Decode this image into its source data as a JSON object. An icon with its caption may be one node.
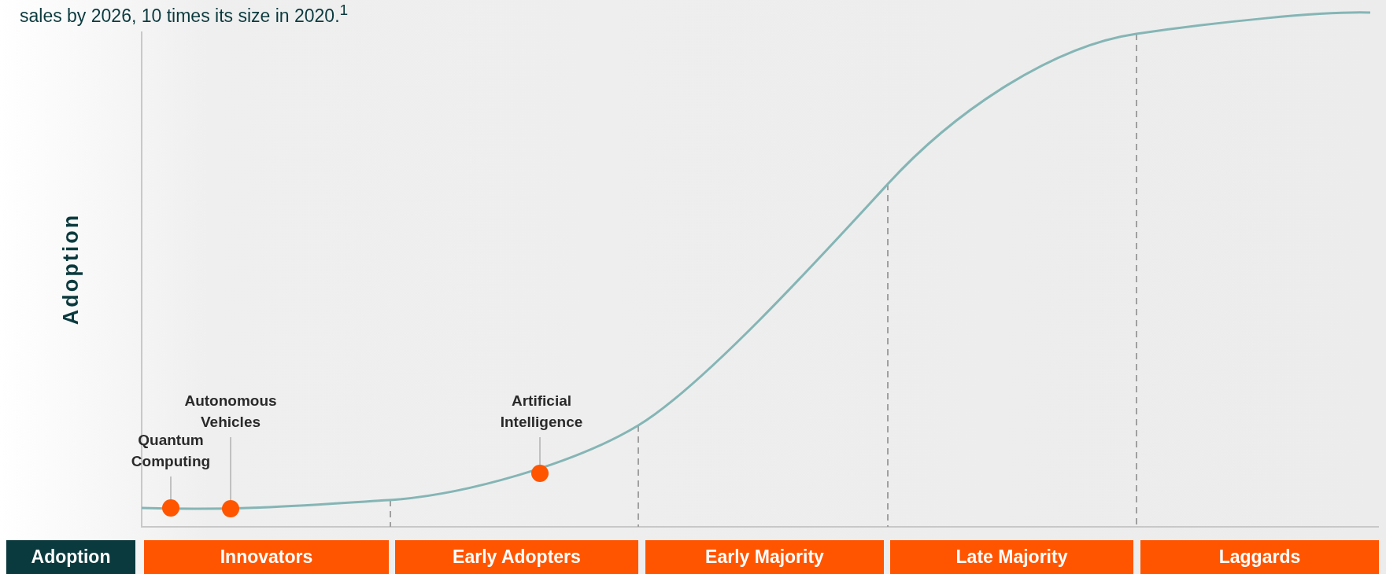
{
  "diagram": {
    "nodes": [
      {
        "text": [
          "Quantum Computing"
        ]
      },
      {
        "text": [],
        "shape": "circle"
      },
      {
        "text": [
          "Autonomous Vehicles"
        ]
      },
      {
        "text": [],
        "shape": "circle"
      },
      {
        "text": [
          "Artificial Intelligence"
        ]
      },
      {
        "text": [],
        "shape": "circle"
      },
      {
        "text": [
          "Adoption"
        ]
      },
      {
        "text": [
          "Innovators"
        ]
      },
      {
        "text": [
          "Early Adopters"
        ]
      },
      {
        "text": [
          "Early Majority"
        ]
      },
      {
        "text": [
          "Late Majority"
        ]
      },
      {
        "text": [
          "Laggards"
        ]
      }
    ],
    "edges": [
      {
        "from": 0,
        "to": 1,
        "arrow": "none"
      },
      {
        "from": 2,
        "to": 3,
        "arrow": "none"
      },
      {
        "from": 4,
        "to": 5,
        "arrow": "none"
      }
    ],
    "labels": [
      "sales by 2026, 10 times its size in 2020.$^{1}$",
      "Adoption"
    ]
  }
}
